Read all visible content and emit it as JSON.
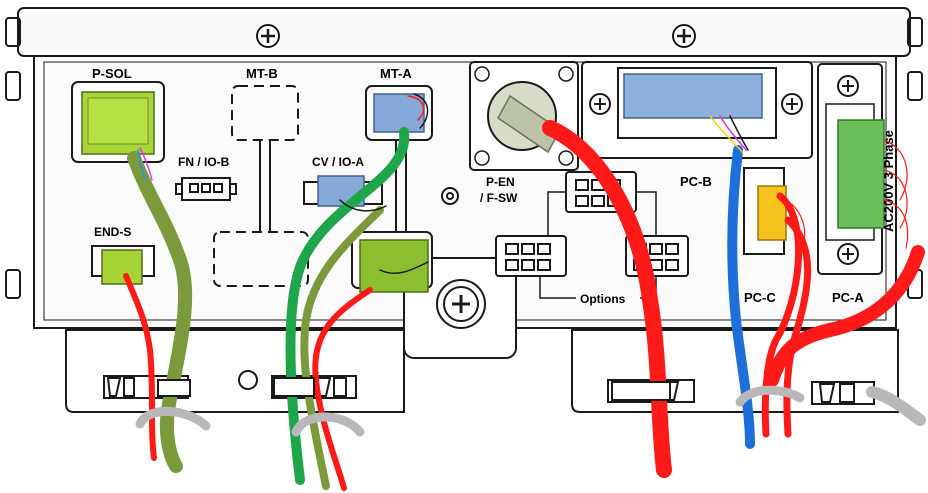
{
  "labels": {
    "p_sol": "P-SOL",
    "mt_b": "MT-B",
    "mt_a": "MT-A",
    "fn_io_b": "FN / IO-B",
    "cv_io_a": "CV / IO-A",
    "end_s": "END-S",
    "p_en": "P-EN",
    "f_sw": "/ F-SW",
    "pc_b": "PC-B",
    "pc_c": "PC-C",
    "pc_a": "PC-A",
    "options": "Options",
    "ac_phase": "AC200V 3 Phase"
  },
  "colors": {
    "chassis_line": "#1a1a1a",
    "olive_connector": "#9acd32",
    "blue_connector": "#7fa6d6",
    "green_connector": "#6abf5a",
    "yellow_connector": "#f6c21c",
    "red_cable": "#ff1a1a",
    "green_cable": "#1fa64a",
    "olive_cable": "#7a9a3c",
    "blue_cable": "#1e6fd9",
    "gray_cable": "#b8b8b8",
    "pendant_cable": "#b0b8a0"
  }
}
